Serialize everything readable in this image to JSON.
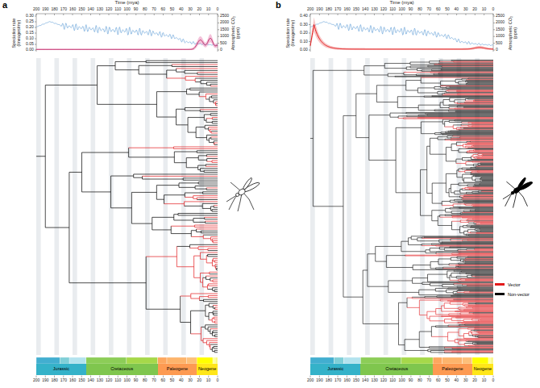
{
  "diagram": {
    "nodes": [
      {
        "text": [
          "Jurassic"
        ]
      },
      {
        "text": [
          "Cretaceous"
        ]
      },
      {
        "text": [
          "Paleogene"
        ]
      },
      {
        "text": [
          "Neogene"
        ]
      },
      {
        "text": [
          "Jurassic"
        ]
      },
      {
        "text": [
          "Cretaceous"
        ]
      },
      {
        "text": [
          "Paleogene"
        ]
      },
      {
        "text": [
          "Neogene"
        ]
      }
    ],
    "labels": [
      "a",
      "Time (mya)",
      "200",
      "190",
      "180",
      "170",
      "160",
      "150",
      "140",
      "130",
      "120",
      "110",
      "100",
      "90",
      "80",
      "70",
      "60",
      "50",
      "40",
      "30",
      "20",
      "10",
      "0",
      "0.30",
      "0.25",
      "0.20",
      "0.15",
      "0.10",
      "0.05",
      "0.00",
      "Speciation rate (lineages/my)",
      "2500",
      "2000",
      "1500",
      "1000",
      "500",
      "0",
      "Atmospheric CO₂ (ppm)",
      "200",
      "190",
      "180",
      "170",
      "160",
      "150",
      "140",
      "130",
      "120",
      "110",
      "100",
      "90",
      "80",
      "70",
      "60",
      "50",
      "40",
      "30",
      "20",
      "10",
      "0",
      "b",
      "Time (mya)",
      "200",
      "190",
      "180",
      "170",
      "160",
      "150",
      "140",
      "130",
      "120",
      "110",
      "100",
      "90",
      "80",
      "70",
      "60",
      "50",
      "40",
      "30",
      "20",
      "10",
      "0",
      "0.40",
      "0.30",
      "0.20",
      "0.10",
      "0.00",
      "Speciation rate (lineages/my)",
      "2500",
      "2000",
      "1500",
      "1000",
      "500",
      "0",
      "Atmospheric CO₂ (ppm)",
      "200",
      "190",
      "180",
      "170",
      "160",
      "150",
      "140",
      "130",
      "120",
      "110",
      "100",
      "90",
      "80",
      "70",
      "60",
      "50",
      "40",
      "30",
      "20",
      "10",
      "0"
    ],
    "legend": [
      {
        "text": "Vector",
        "color": "#e31a1c"
      },
      {
        "text": "Non-vector",
        "color": "#000000"
      }
    ]
  }
}
